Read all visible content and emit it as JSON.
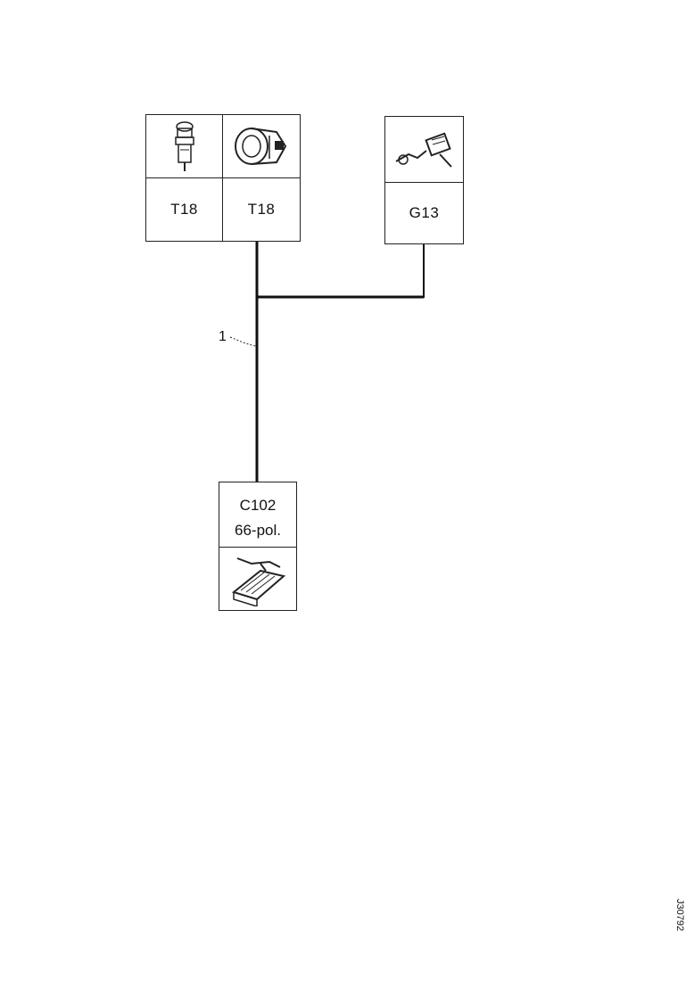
{
  "connectors": {
    "t18_a": {
      "label": "T18",
      "icon": "pin-terminal-icon"
    },
    "t18_b": {
      "label": "T18",
      "icon": "round-connector-icon"
    },
    "g13": {
      "label": "G13",
      "icon": "ground-terminal-icon"
    },
    "c102": {
      "label_line1": "C102",
      "label_line2": "66-pol.",
      "icon": "multipin-connector-icon"
    }
  },
  "callout": {
    "text": "1"
  },
  "figure_code": "J30792"
}
